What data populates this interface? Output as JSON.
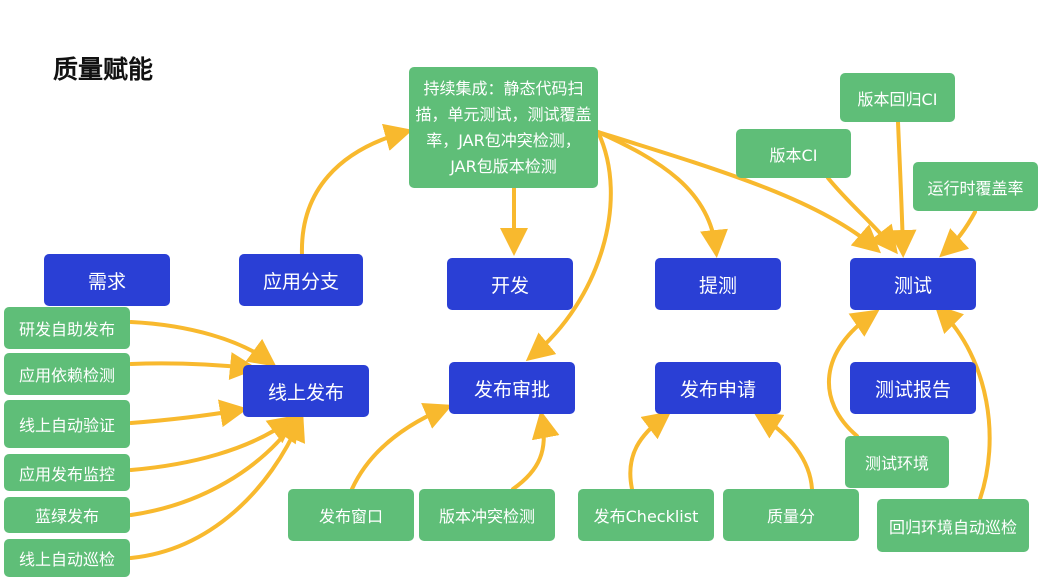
{
  "title": "质量赋能",
  "colors": {
    "stage": "#2a3fd5",
    "tool": "#5fbe78",
    "arrow": "#f8b92e"
  },
  "stages": {
    "requirement": "需求",
    "branch": "应用分支",
    "develop": "开发",
    "submit_test": "提测",
    "test": "测试",
    "online_release": "线上发布",
    "release_approval": "发布审批",
    "release_request": "发布申请",
    "test_report": "测试报告"
  },
  "tools": {
    "ci": "持续集成：静态代码扫描，单元测试，测试覆盖率，JAR包冲突检测，JAR包版本检测",
    "version_regression_ci": "版本回归CI",
    "version_ci": "版本CI",
    "runtime_coverage": "运行时覆盖率",
    "self_release": "研发自助发布",
    "dependency_check": "应用依赖检测",
    "online_auto_verify": "线上自动验证",
    "release_monitor": "应用发布监控",
    "blue_green": "蓝绿发布",
    "online_auto_patrol": "线上自动巡检",
    "release_window": "发布窗口",
    "version_conflict": "版本冲突检测",
    "release_checklist": "发布Checklist",
    "quality_score": "质量分",
    "test_env": "测试环境",
    "regression_env_patrol": "回归环境自动巡检"
  }
}
